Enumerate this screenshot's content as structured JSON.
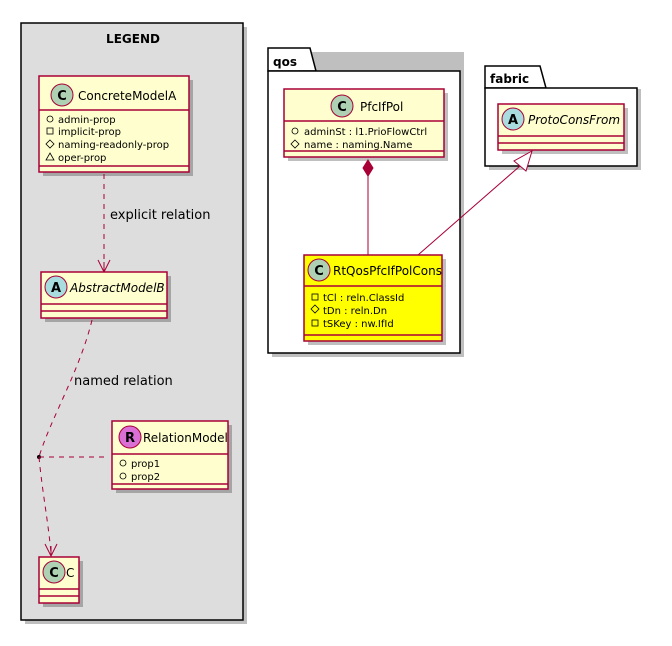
{
  "legend": {
    "title": "LEGEND",
    "concrete": {
      "name": "ConcreteModelA",
      "stereotype_letter": "C",
      "attrs": [
        {
          "vis": "public",
          "text": "admin-prop"
        },
        {
          "vis": "private",
          "text": "implicit-prop"
        },
        {
          "vis": "protected",
          "text": "naming-readonly-prop"
        },
        {
          "vis": "package",
          "text": "oper-prop"
        }
      ]
    },
    "explicit_label": "explicit relation",
    "abstract": {
      "name": "AbstractModelB",
      "stereotype_letter": "A"
    },
    "named_label": "named relation",
    "relation_model": {
      "name": "RelationModel",
      "stereotype_letter": "R",
      "attrs": [
        {
          "vis": "public",
          "text": "prop1"
        },
        {
          "vis": "public",
          "text": "prop2"
        }
      ]
    },
    "c_class": {
      "name": "C",
      "stereotype_letter": "C"
    }
  },
  "qos": {
    "label": "qos",
    "pfc": {
      "name": "PfcIfPol",
      "stereotype_letter": "C",
      "attrs": [
        {
          "vis": "public",
          "text": "adminSt : l1.PrioFlowCtrl"
        },
        {
          "vis": "protected",
          "text": "name : naming.Name"
        }
      ]
    },
    "rt": {
      "name": "RtQosPfcIfPolCons",
      "stereotype_letter": "C",
      "attrs": [
        {
          "vis": "private",
          "text": "tCl : reln.ClassId"
        },
        {
          "vis": "protected",
          "text": "tDn : reln.Dn"
        },
        {
          "vis": "private",
          "text": "tSKey : nw.IfId"
        }
      ]
    }
  },
  "fabric": {
    "label": "fabric",
    "proto": {
      "name": "ProtoConsFrom",
      "stereotype_letter": "A"
    }
  },
  "colors": {
    "class_fill": "#FEFECE",
    "border": "#A80036",
    "highlight_fill": "#FFFF00",
    "legend_bg": "#DDDDDD",
    "circle_c": "#ADD1B2",
    "circle_a": "#A9DCDF",
    "circle_r": "#DA70D6"
  }
}
